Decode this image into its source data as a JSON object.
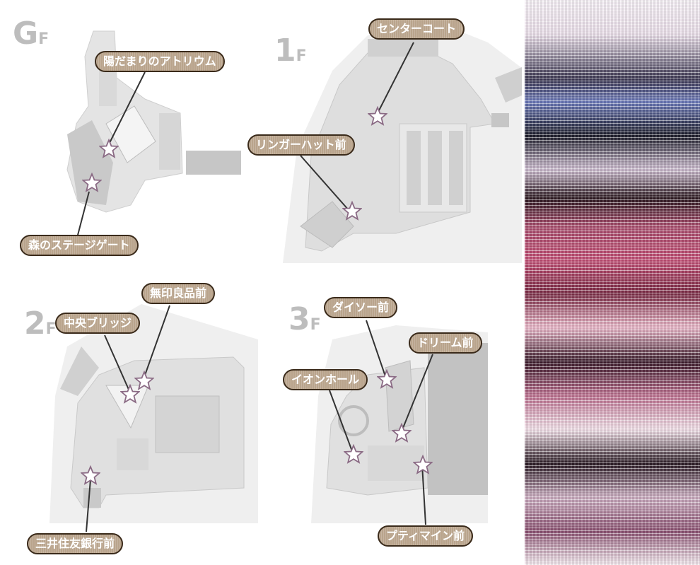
{
  "floors": {
    "gf": {
      "num": "G",
      "suffix": "F"
    },
    "1f": {
      "num": "1",
      "suffix": "F"
    },
    "2f": {
      "num": "2",
      "suffix": "F"
    },
    "3f": {
      "num": "3",
      "suffix": "F"
    }
  },
  "locations": {
    "hidamari_atrium": "陽だまりのアトリウム",
    "mori_stage_gate": "森のステージゲート",
    "center_court": "センターコート",
    "ringer_hut_mae": "リンガーハット前",
    "muji_mae": "無印良品前",
    "chuo_bridge": "中央ブリッジ",
    "mitsui_sumitomo_mae": "三井住友銀行前",
    "daiso_mae": "ダイソー前",
    "aeon_hall": "イオンホール",
    "dream_mae": "ドリーム前",
    "pretty_main_mae": "プティマイン前"
  },
  "colors": {
    "label_fill": "#b9a48c",
    "label_border": "#3a2a1a",
    "map_light": "#eeeeee",
    "map_mid": "#d4d4d4",
    "map_dark": "#c4c4c4",
    "star_stroke": "#8a6a84"
  }
}
